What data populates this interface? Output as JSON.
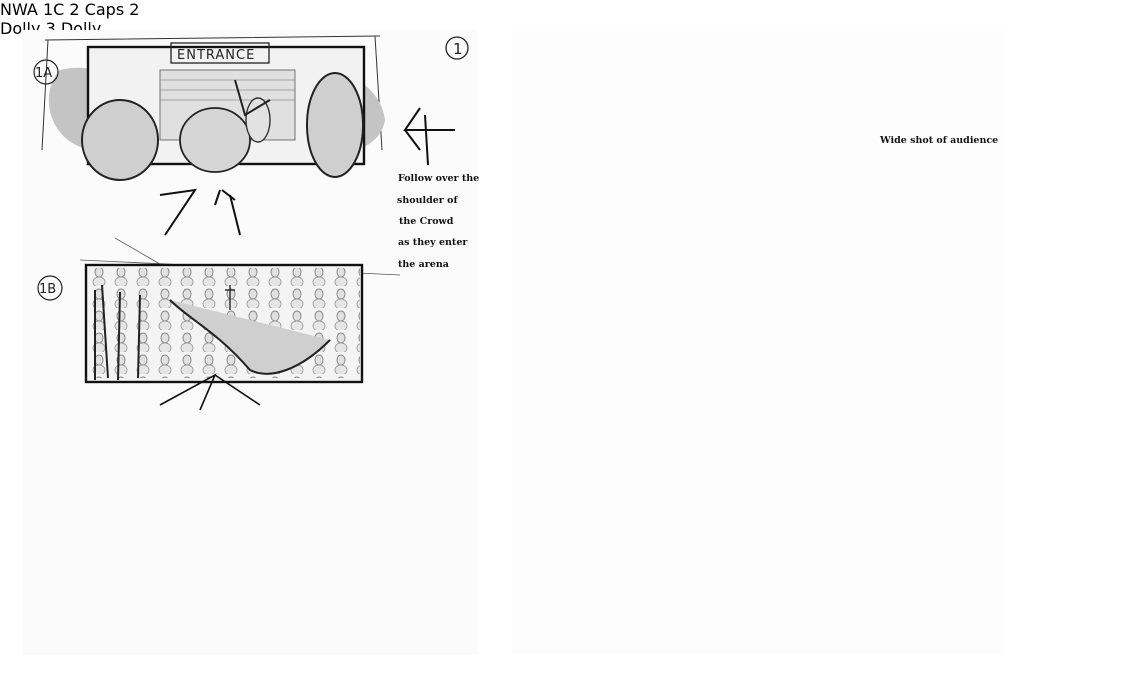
{
  "page_left": {
    "page_number": "1",
    "panel_a": {
      "label": "1A",
      "sign": "ENTRANCE"
    },
    "panel_b": {
      "label": "1B"
    },
    "panel_c": {
      "label": "1C",
      "sign": "NWA"
    },
    "note_lines": [
      "Follow over the",
      "shoulder of",
      "the Crowd",
      "as they enter",
      "the arena"
    ]
  },
  "page_right": {
    "page_number": "2",
    "panel_2": {
      "label": "2",
      "caption_top": "Caps",
      "note": "Wide shot of audience",
      "move": "Dolly"
    },
    "panel_3": {
      "label": "3",
      "move": "Dolly"
    }
  },
  "colors": {
    "ink": "#1a1a1a",
    "tone": "#bdbdbd",
    "paper": "#ffffff"
  }
}
